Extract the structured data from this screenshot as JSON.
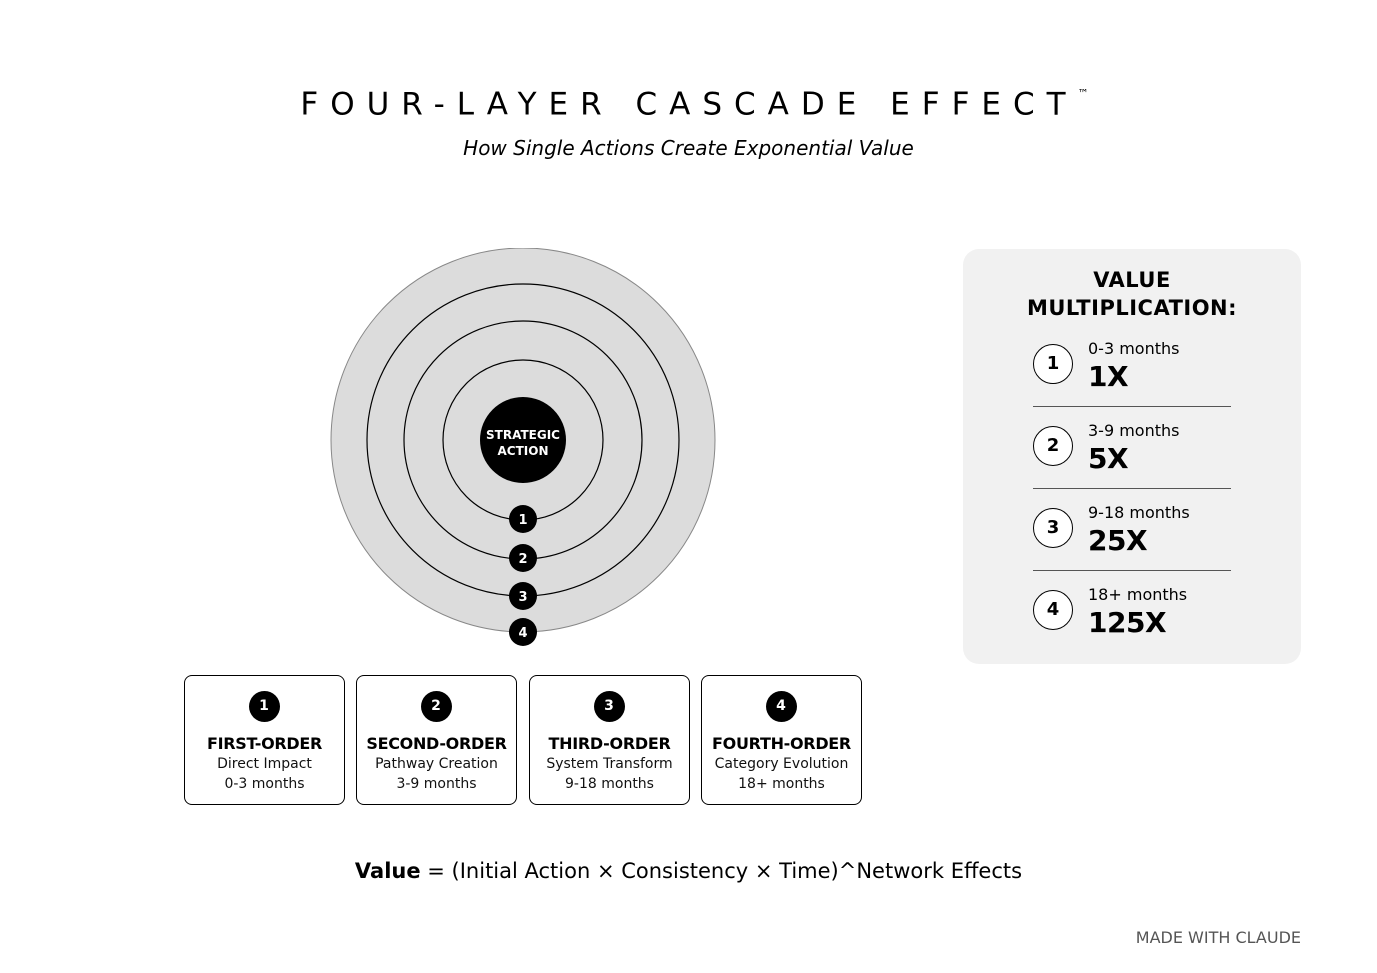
{
  "title": "FOUR-LAYER CASCADE EFFECT",
  "trademark": "™",
  "subtitle": "How Single Actions Create Exponential Value",
  "diagram": {
    "center_label_line1": "STRATEGIC",
    "center_label_line2": "ACTION",
    "ring_markers": [
      "1",
      "2",
      "3",
      "4"
    ],
    "colors": {
      "ring_fill": "#dcdcdc",
      "ring_stroke": "#000000",
      "center_fill": "#000000",
      "center_text": "#ffffff"
    }
  },
  "stages": [
    {
      "number": "1",
      "name": "FIRST-ORDER",
      "description": "Direct Impact",
      "timeframe": "0-3 months"
    },
    {
      "number": "2",
      "name": "SECOND-ORDER",
      "description": "Pathway Creation",
      "timeframe": "3-9 months"
    },
    {
      "number": "3",
      "name": "THIRD-ORDER",
      "description": "System Transform",
      "timeframe": "9-18 months"
    },
    {
      "number": "4",
      "name": "FOURTH-ORDER",
      "description": "Category Evolution",
      "timeframe": "18+ months"
    }
  ],
  "value_panel": {
    "title_line1": "VALUE",
    "title_line2": "MULTIPLICATION:",
    "rows": [
      {
        "number": "1",
        "months": "0-3 months",
        "multiplier": "1X"
      },
      {
        "number": "2",
        "months": "3-9 months",
        "multiplier": "5X"
      },
      {
        "number": "3",
        "months": "9-18 months",
        "multiplier": "25X"
      },
      {
        "number": "4",
        "months": "18+ months",
        "multiplier": "125X"
      }
    ],
    "background": "#f1f1f1"
  },
  "formula": {
    "key": "Value",
    "expression": " = (Initial Action × Consistency × Time)^Network Effects"
  },
  "credit": "MADE WITH CLAUDE"
}
